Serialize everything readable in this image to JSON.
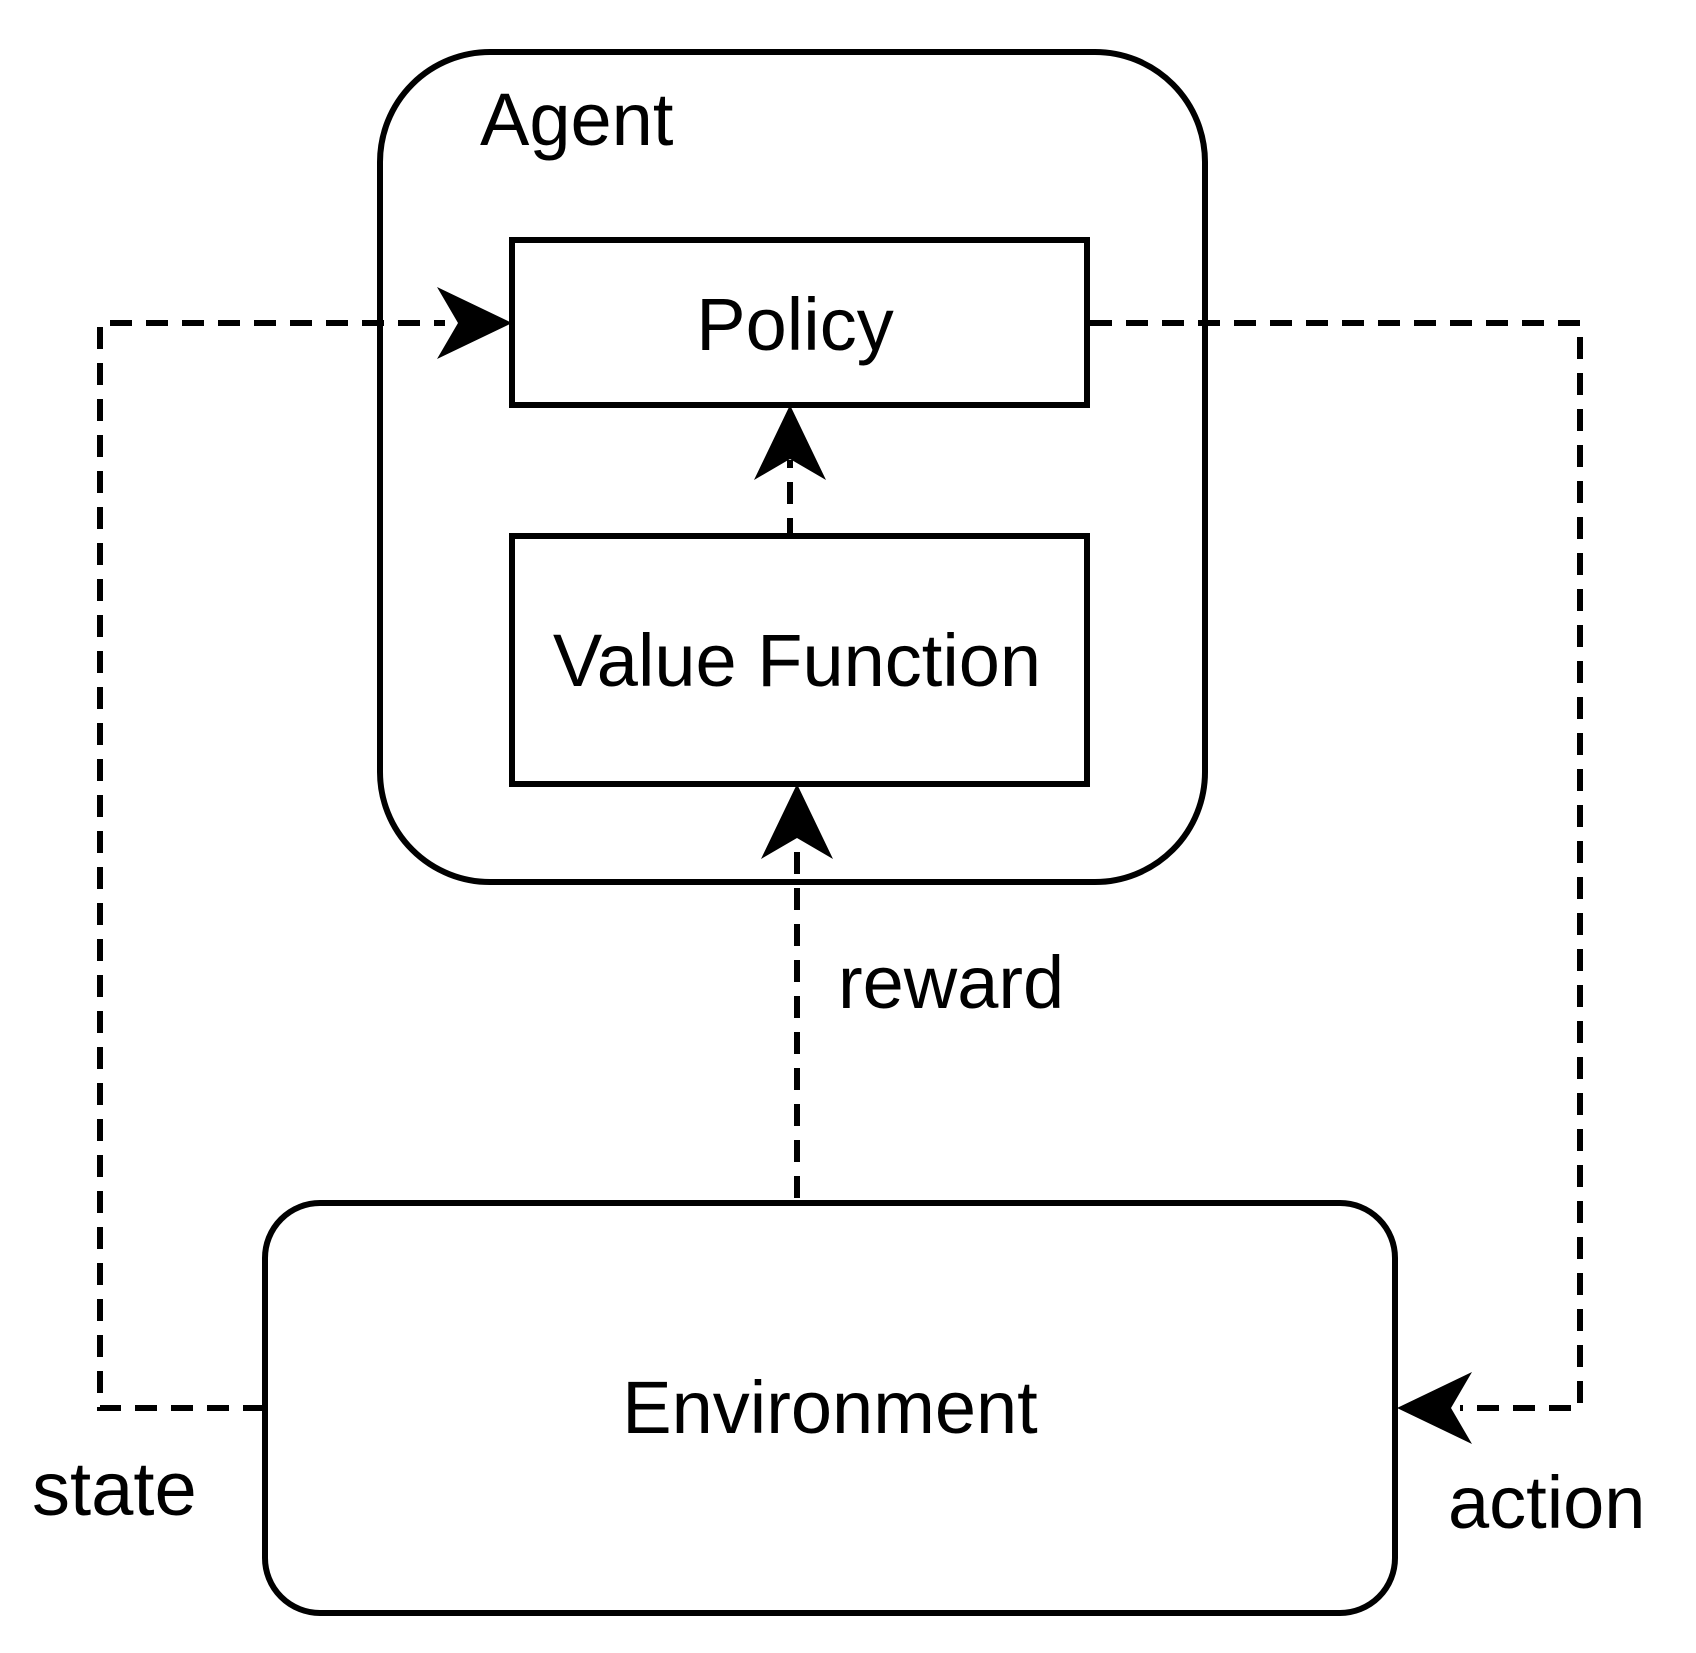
{
  "nodes": {
    "agent": "Agent",
    "policy": "Policy",
    "value_function": "Value Function",
    "environment": "Environment"
  },
  "edges": {
    "state": "state",
    "reward": "reward",
    "action": "action"
  },
  "colors": {
    "stroke": "#000000",
    "background": "#ffffff"
  }
}
